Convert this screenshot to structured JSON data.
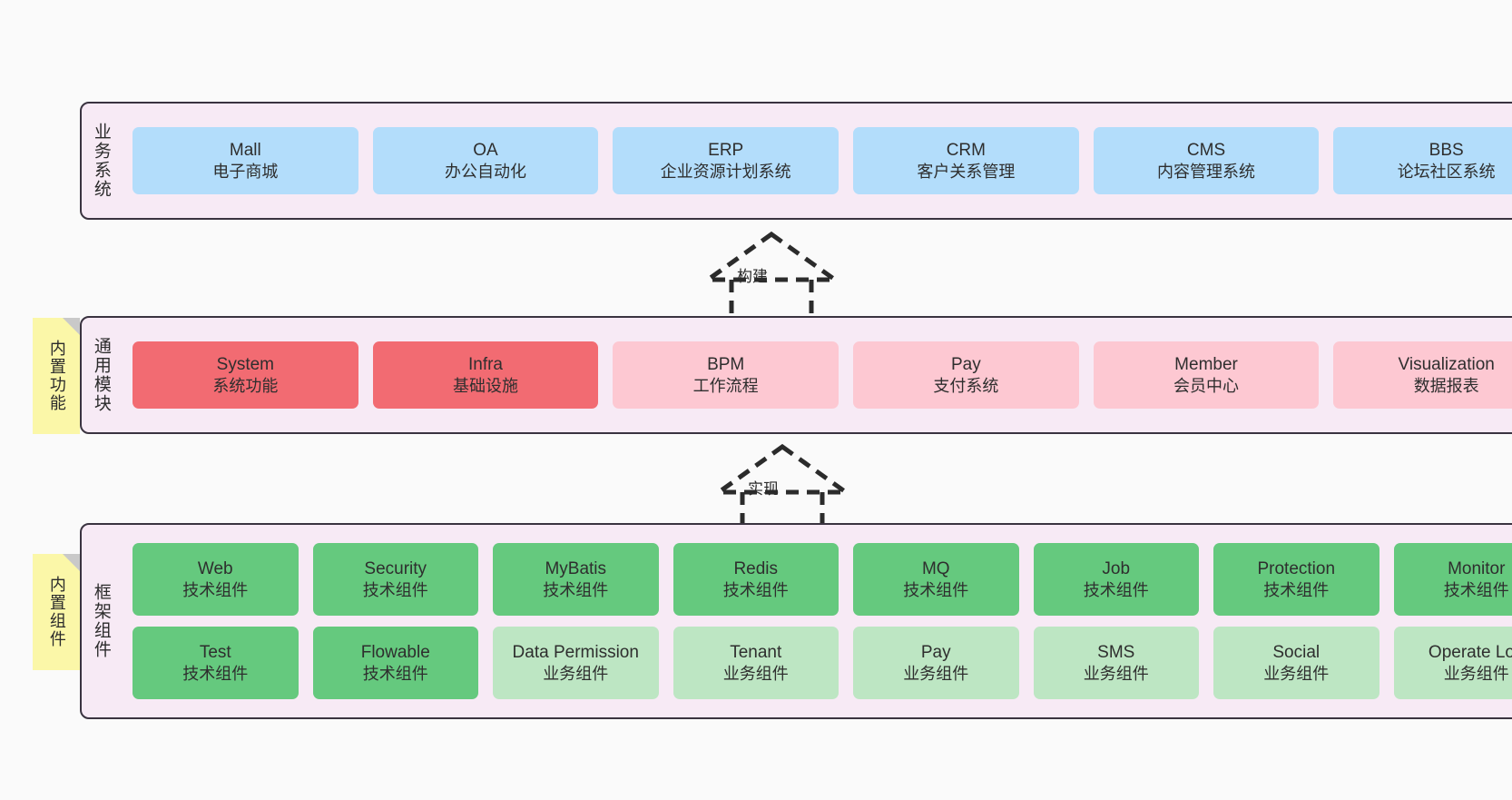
{
  "diagram": {
    "background_color": "#fafafa",
    "layer_fill": "#f7eaf5",
    "layer_border": "#3a3340",
    "sticky_color": "#fbf7a8",
    "palette": {
      "blue": "#b3ddfb",
      "red": "#f26b72",
      "pink": "#fdc8d2",
      "green": "#65c97e",
      "light_green": "#bde6c3"
    }
  },
  "layers": {
    "business": {
      "title": "业务系统",
      "cards": [
        {
          "name": "Mall",
          "desc": "电子商城"
        },
        {
          "name": "OA",
          "desc": "办公自动化"
        },
        {
          "name": "ERP",
          "desc": "企业资源计划系统"
        },
        {
          "name": "CRM",
          "desc": "客户关系管理"
        },
        {
          "name": "CMS",
          "desc": "内容管理系统"
        },
        {
          "name": "BBS",
          "desc": "论坛社区系统"
        }
      ]
    },
    "common": {
      "title": "通用模块",
      "sticky": "内置功能",
      "cards": [
        {
          "name": "System",
          "desc": "系统功能"
        },
        {
          "name": "Infra",
          "desc": "基础设施"
        },
        {
          "name": "BPM",
          "desc": "工作流程"
        },
        {
          "name": "Pay",
          "desc": "支付系统"
        },
        {
          "name": "Member",
          "desc": "会员中心"
        },
        {
          "name": "Visualization",
          "desc": "数据报表"
        }
      ]
    },
    "framework": {
      "title": "框架组件",
      "sticky": "内置组件",
      "row1": [
        {
          "name": "Web",
          "desc": "技术组件"
        },
        {
          "name": "Security",
          "desc": "技术组件"
        },
        {
          "name": "MyBatis",
          "desc": "技术组件"
        },
        {
          "name": "Redis",
          "desc": "技术组件"
        },
        {
          "name": "MQ",
          "desc": "技术组件"
        },
        {
          "name": "Job",
          "desc": "技术组件"
        },
        {
          "name": "Protection",
          "desc": "技术组件"
        },
        {
          "name": "Monitor",
          "desc": "技术组件"
        }
      ],
      "row2": [
        {
          "name": "Test",
          "desc": "技术组件"
        },
        {
          "name": "Flowable",
          "desc": "技术组件"
        },
        {
          "name": "Data Permission",
          "desc": "业务组件"
        },
        {
          "name": "Tenant",
          "desc": "业务组件"
        },
        {
          "name": "Pay",
          "desc": "业务组件"
        },
        {
          "name": "SMS",
          "desc": "业务组件"
        },
        {
          "name": "Social",
          "desc": "业务组件"
        },
        {
          "name": "Operate Log",
          "desc": "业务组件"
        }
      ]
    }
  },
  "connectors": {
    "build": {
      "label": "构建"
    },
    "implement": {
      "label": "实现"
    }
  }
}
